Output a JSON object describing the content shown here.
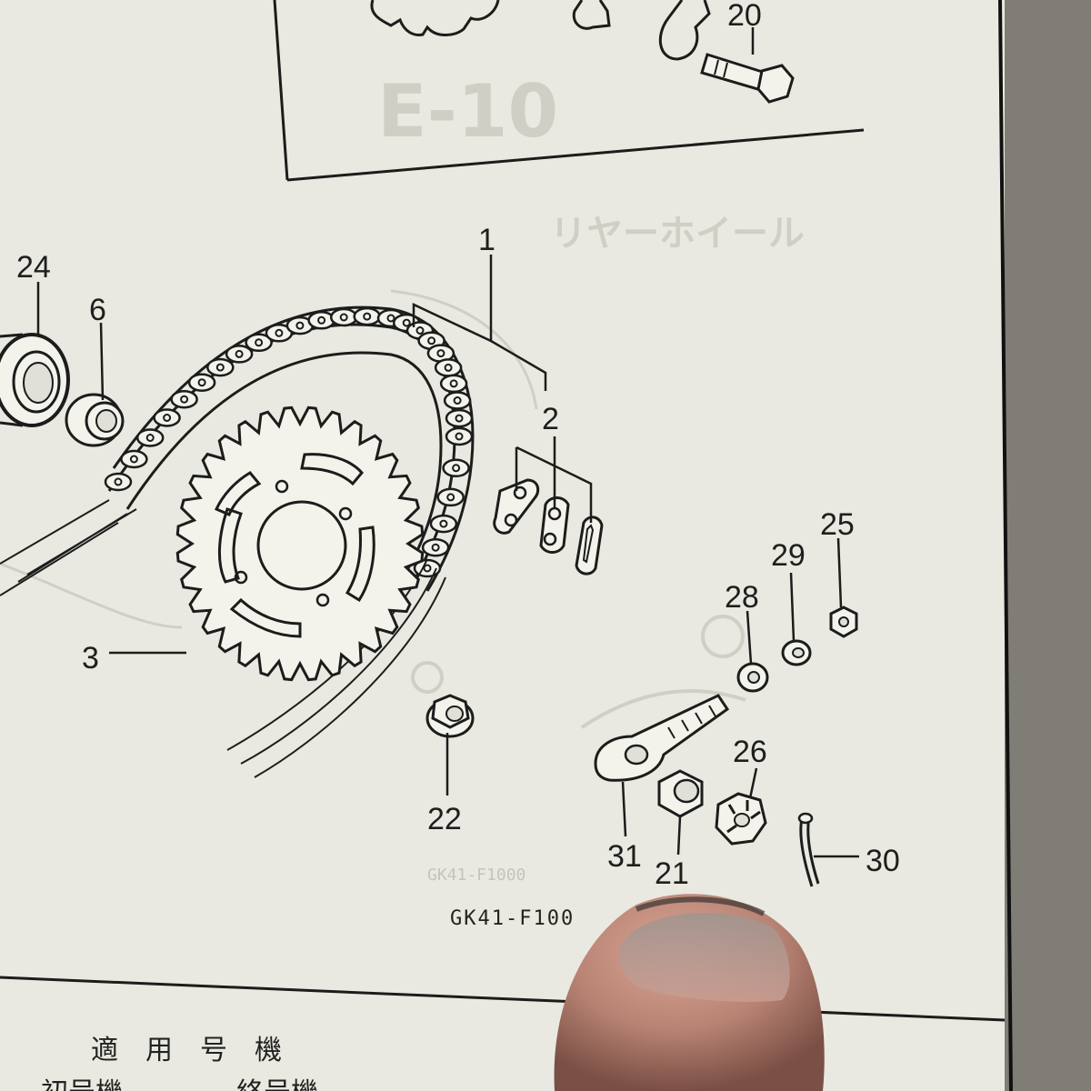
{
  "callouts": [
    {
      "id": "c20",
      "label": "20"
    },
    {
      "id": "c24",
      "label": "24"
    },
    {
      "id": "c6",
      "label": "6"
    },
    {
      "id": "c1",
      "label": "1"
    },
    {
      "id": "c2",
      "label": "2"
    },
    {
      "id": "c3",
      "label": "3"
    },
    {
      "id": "c25",
      "label": "25"
    },
    {
      "id": "c29",
      "label": "29"
    },
    {
      "id": "c28",
      "label": "28"
    },
    {
      "id": "c26",
      "label": "26"
    },
    {
      "id": "c22",
      "label": "22"
    },
    {
      "id": "c31",
      "label": "31"
    },
    {
      "id": "c21",
      "label": "21"
    },
    {
      "id": "c30",
      "label": "30"
    }
  ],
  "figure_code": "GK41-F100",
  "show_through": {
    "box_label": "E-10",
    "katakana": "リヤーホイール",
    "code": "GK41-F1000"
  },
  "footer_table": {
    "applicable_heading": "適用号機",
    "first_unit": "初号機",
    "last_unit": "終号機"
  },
  "colors": {
    "paper": "#e9e9e1",
    "ink": "#1e1e1e",
    "ghost_ink": "#cfcfc6",
    "skin": "#b88373"
  }
}
